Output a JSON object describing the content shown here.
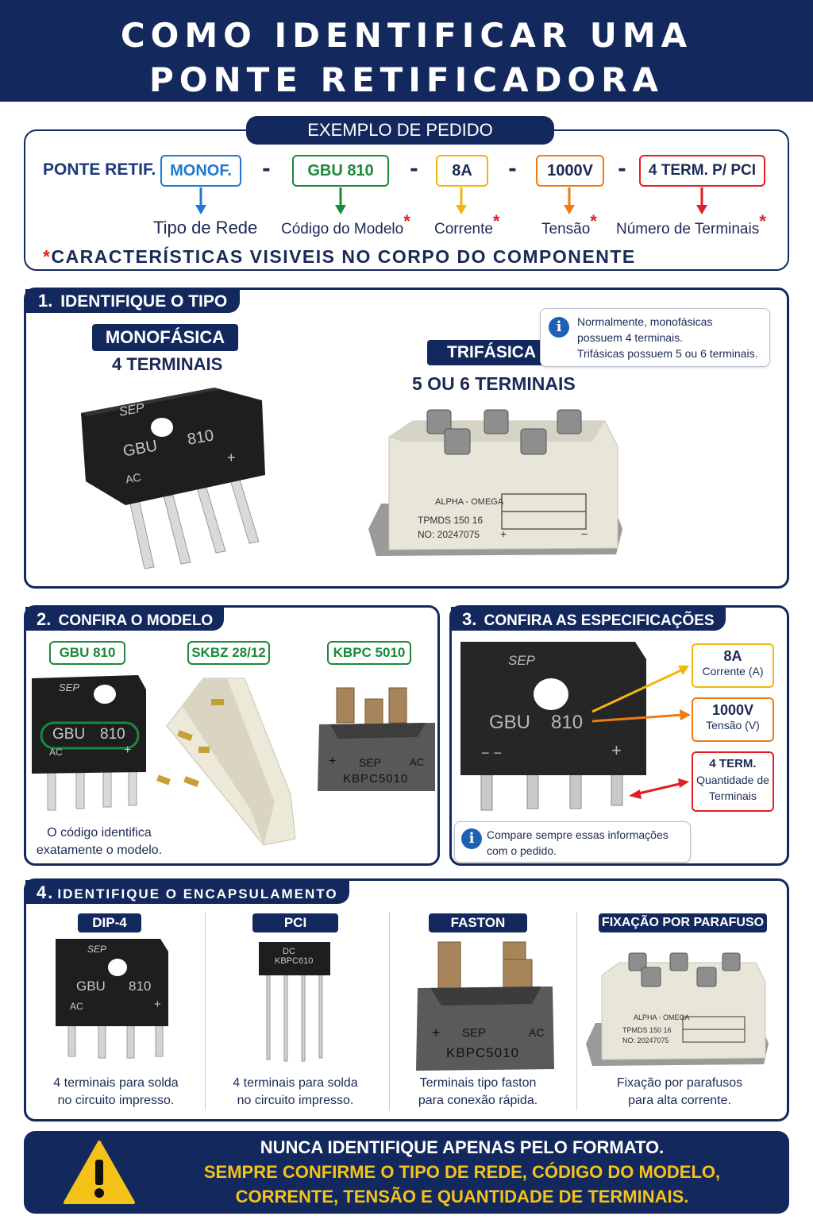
{
  "header": {
    "line1": "COMO IDENTIFICAR UMA",
    "line2": "PONTE RETIFICADORA"
  },
  "example": {
    "title": "EXEMPLO DE PEDIDO",
    "prefix": "PONTE RETIF.",
    "fields": [
      {
        "value": "MONOF.",
        "label": "Tipo de Rede",
        "color": "#1f78d1",
        "star": false
      },
      {
        "value": "GBU 810",
        "label": "Código do Modelo",
        "color": "#1a8a3a",
        "star": true
      },
      {
        "value": "8A",
        "label": "Corrente",
        "color": "#f2b50f",
        "star": true
      },
      {
        "value": "1000V",
        "label": "Tensão",
        "color": "#f07a14",
        "star": true
      },
      {
        "value": "4 TERM. P/ PCI",
        "label": "Número de Terminais",
        "color": "#e21d24",
        "star": true
      }
    ],
    "separator": "-",
    "star": "*",
    "note": "CARACTERÍSTICAS VISIVEIS NO CORPO DO COMPONENTE"
  },
  "step1": {
    "number": "1.",
    "title": "IDENTIFIQUE O TIPO",
    "mono_label": "MONOFÁSICA",
    "mono_terms": "4 TERMINAIS",
    "tri_label": "TRIFÁSICA",
    "tri_terms": "5 OU 6 TERMINAIS",
    "info": [
      "Normalmente, monofásicas",
      "possuem 4 terminais.",
      "Trifásicas possuem 5 ou 6 terminais."
    ],
    "info_icon": "info-icon",
    "mono_marks": {
      "brand": "SEP",
      "code1": "GBU",
      "code2": "810",
      "ac": "AC",
      "plus": "+"
    },
    "tri_marks": {
      "brand": "ALPHA - OMEGA",
      "model": "TPMDS 150 16",
      "serial": "NO: 20247075",
      "plus": "+",
      "minus": "−"
    }
  },
  "step2": {
    "number": "2.",
    "title": "CONFIRA O MODELO",
    "models": [
      "GBU 810",
      "SKBZ 28/12",
      "KBPC 5010"
    ],
    "caption": [
      "O código identifica",
      "exatamente o modelo."
    ],
    "gbu_marks": {
      "brand": "SEP",
      "code1": "GBU",
      "code2": "810",
      "ac": "AC",
      "plus": "+"
    },
    "kbpc_marks": {
      "plus": "+",
      "brand": "SEP",
      "ac": "AC",
      "code": "KBPC5010"
    }
  },
  "step3": {
    "number": "3.",
    "title": "CONFIRA AS ESPECIFICAÇÕES",
    "specs": [
      {
        "value": "8A",
        "label": "Corrente (A)",
        "color": "#f2b50f"
      },
      {
        "value": "1000V",
        "label": "Tensão (V)",
        "color": "#f07a14"
      },
      {
        "value": "4 TERM.",
        "label2": "Quantidade de",
        "label3": "Terminais",
        "color": "#e21d24"
      }
    ],
    "info": [
      "Compare sempre essas informações",
      "com o pedido."
    ],
    "marks": {
      "brand": "SEP",
      "code1": "GBU",
      "code2": "810",
      "minus": "− −",
      "plus": "+"
    }
  },
  "step4": {
    "number": "4.",
    "title": "IDENTIFIQUE O ENCAPSULAMENTO",
    "items": [
      {
        "name": "DIP-4",
        "caption": [
          "4 terminais para solda",
          "no circuito impresso."
        ]
      },
      {
        "name": "PCI",
        "caption": [
          "4 terminais para solda",
          "no circuito impresso."
        ]
      },
      {
        "name": "FASTON",
        "caption": [
          "Terminais tipo faston",
          "para conexão rápida."
        ]
      },
      {
        "name": "FIXAÇÃO POR PARAFUSO",
        "caption": [
          "Fixação por parafusos",
          "para alta corrente."
        ]
      }
    ],
    "dip_marks": {
      "brand": "SEP",
      "code1": "GBU",
      "code2": "810",
      "ac": "AC",
      "plus": "+"
    },
    "pci_marks": {
      "l1": "DC",
      "l2": "KBPC610"
    },
    "faston_marks": {
      "plus": "+",
      "brand": "SEP",
      "ac": "AC",
      "code": "KBPC5010"
    },
    "screw_marks": {
      "brand": "ALPHA - OMEGA",
      "model": "TPMDS 150 16",
      "serial": "NO: 20247075"
    }
  },
  "warning": {
    "line1": "NUNCA IDENTIFIQUE APENAS PELO FORMATO.",
    "line2": "SEMPRE CONFIRME O TIPO DE REDE, CÓDIGO DO MODELO,",
    "line3": "CORRENTE, TENSÃO E QUANTIDADE DE TERMINAIS.",
    "icon": "warning-icon"
  }
}
